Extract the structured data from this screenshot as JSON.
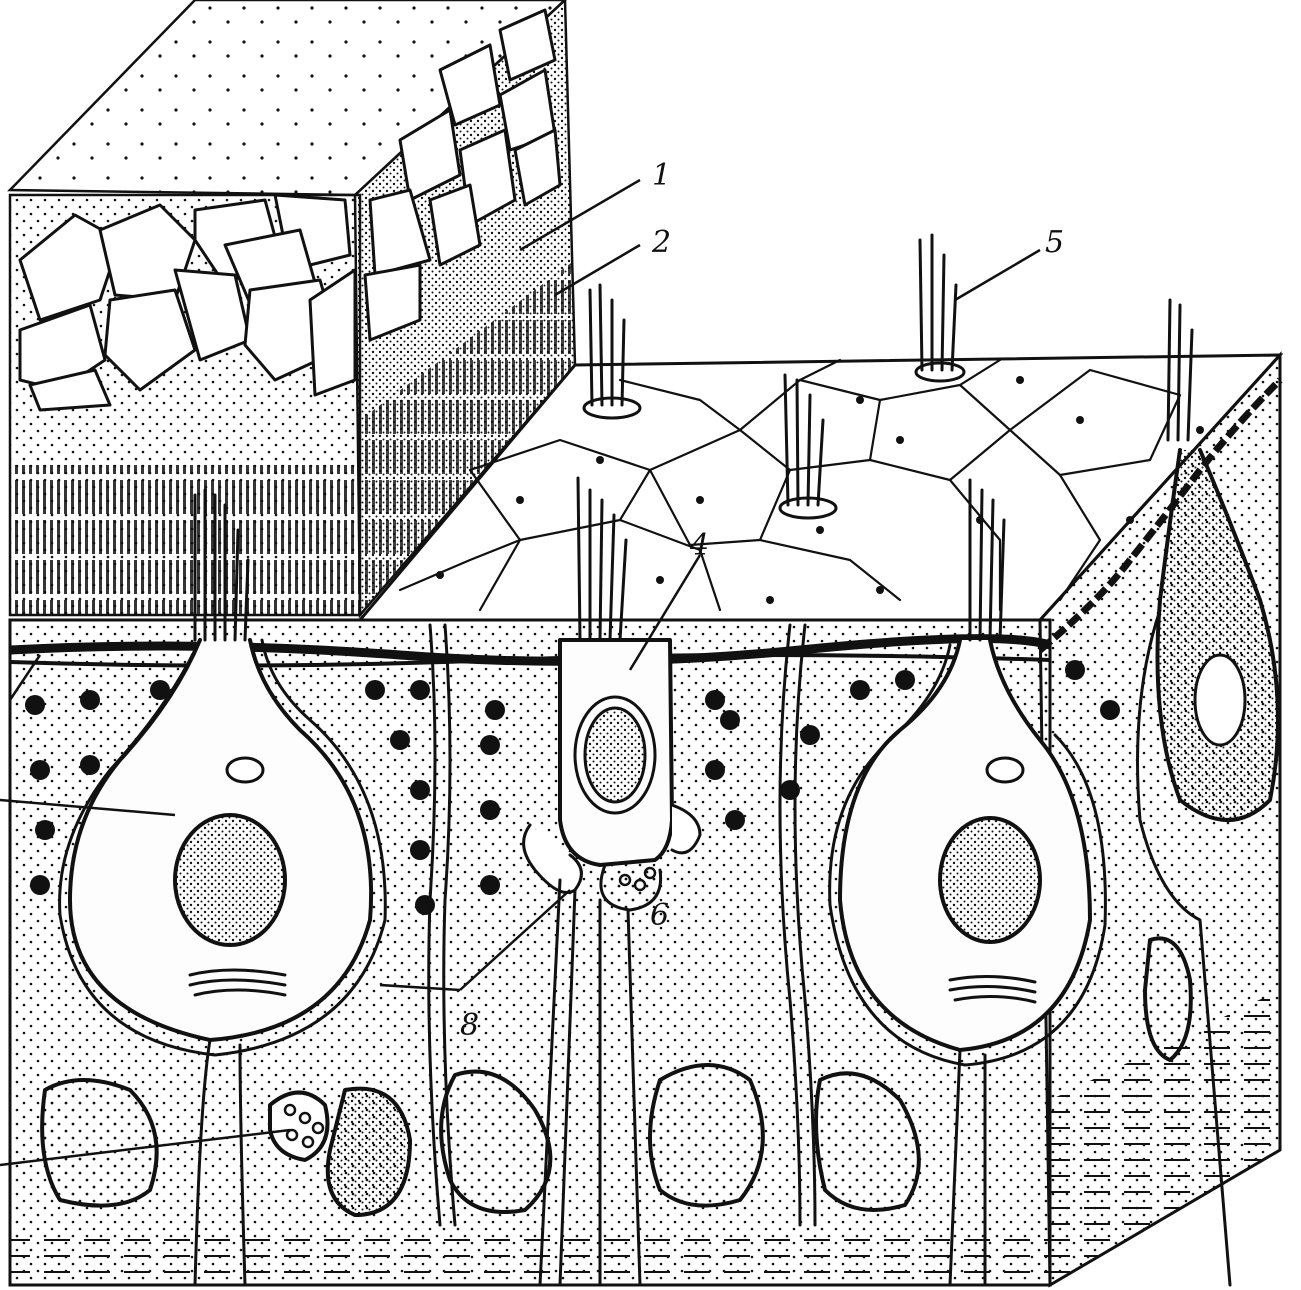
{
  "figure": {
    "labels": [
      {
        "id": "l1",
        "text": "1"
      },
      {
        "id": "l2",
        "text": "2"
      },
      {
        "id": "l4",
        "text": "4"
      },
      {
        "id": "l5",
        "text": "5"
      },
      {
        "id": "l6",
        "text": "6"
      },
      {
        "id": "l8",
        "text": "8"
      }
    ]
  },
  "colors": {
    "ink": "#111111",
    "paper": "#ffffff",
    "stipple": "#1a1a1a"
  }
}
